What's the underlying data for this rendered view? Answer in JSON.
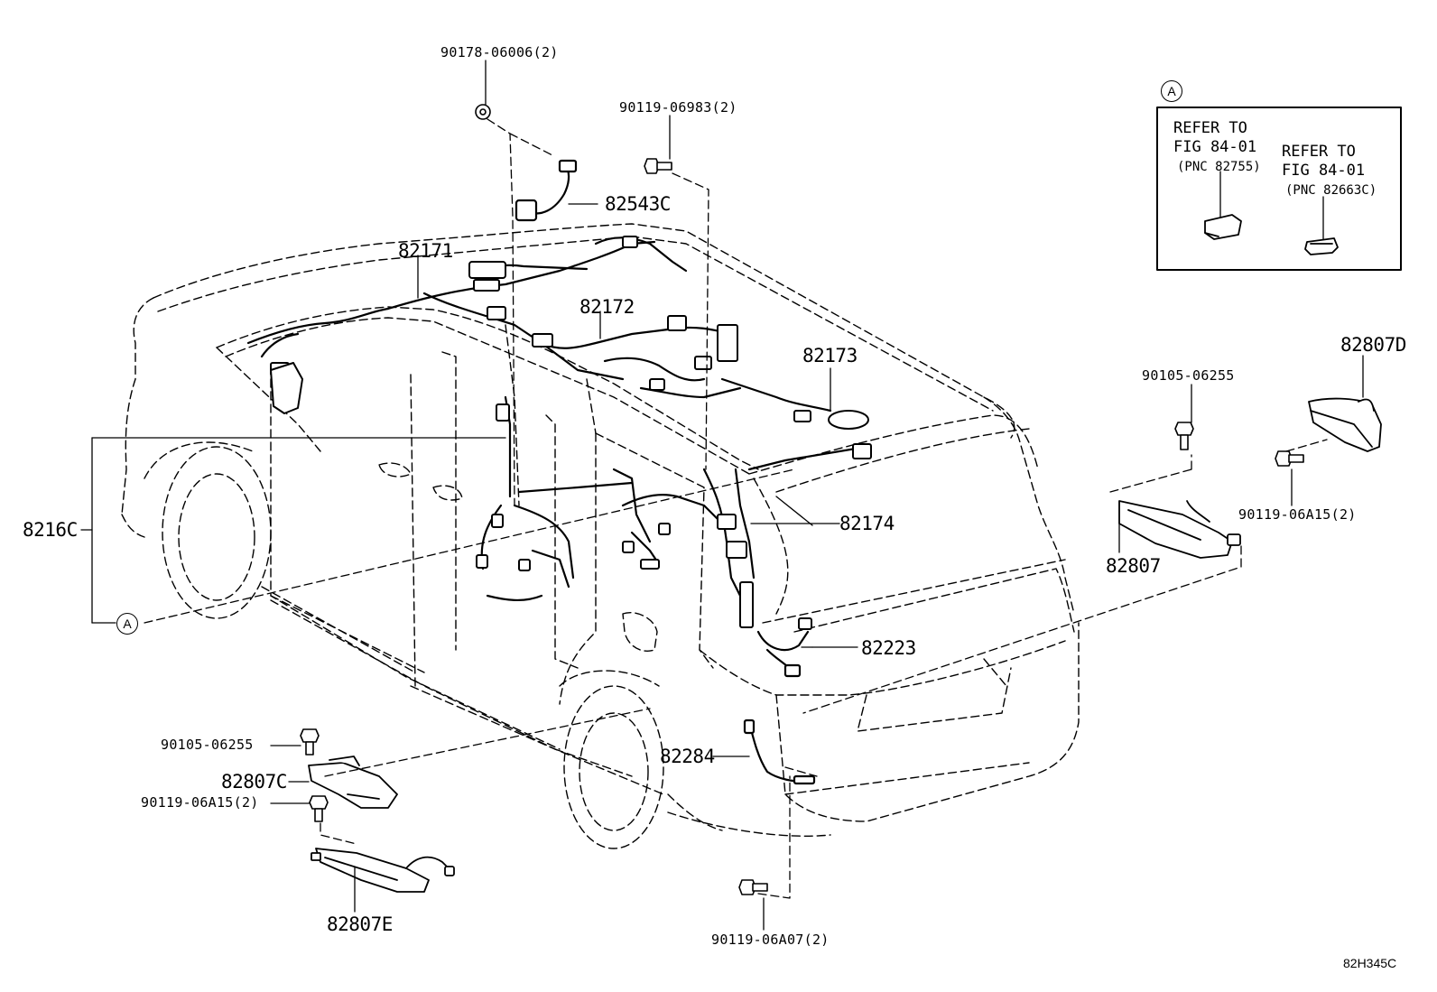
{
  "figure_id": "82H345C",
  "callout_marker": "A",
  "inset": {
    "refer1_line1": "REFER TO",
    "refer1_line2": "FIG 84-01",
    "refer1_pnc": "(PNC 82755)",
    "refer2_line1": "REFER TO",
    "refer2_line2": "FIG 84-01",
    "refer2_pnc": "(PNC 82663C)"
  },
  "labels": {
    "p90178_06006": "90178-06006(2)",
    "p90119_06983": "90119-06983(2)",
    "p82543C": "82543C",
    "p82171": "82171",
    "p82172": "82172",
    "p82173": "82173",
    "p82174": "82174",
    "p8216C": "8216C",
    "p82223": "82223",
    "p82284": "82284",
    "p82807D": "82807D",
    "p90105_06255_r": "90105-06255",
    "p90119_06A15_r": "90119-06A15(2)",
    "p82807": "82807",
    "p90105_06255_l": "90105-06255",
    "p82807C": "82807C",
    "p90119_06A15_l": "90119-06A15(2)",
    "p82807E": "82807E",
    "p90119_06A07": "90119-06A07(2)"
  }
}
